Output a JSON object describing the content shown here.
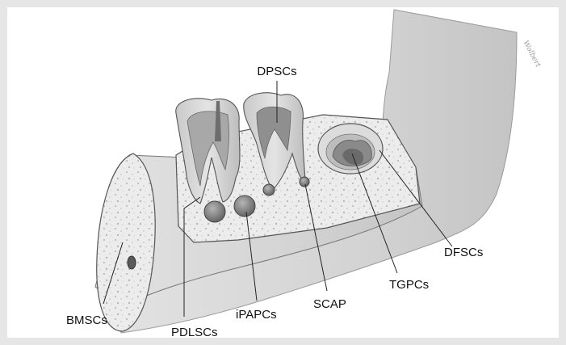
{
  "diagram": {
    "labels": {
      "dpscs": "DPSCs",
      "bmscs": "BMSCs",
      "pdlscs": "PDLSCs",
      "ipapcs": "iPAPCs",
      "scap": "SCAP",
      "tgpcs": "TGPCs",
      "dfscs": "DFSCs"
    },
    "signature": "Wolbert"
  },
  "colors": {
    "background": "#e6e6e6",
    "panel": "#ffffff",
    "bone": "#ececec",
    "tooth": "#d9d9d9",
    "pulp": "#8f8f8f",
    "line": "#222222"
  }
}
